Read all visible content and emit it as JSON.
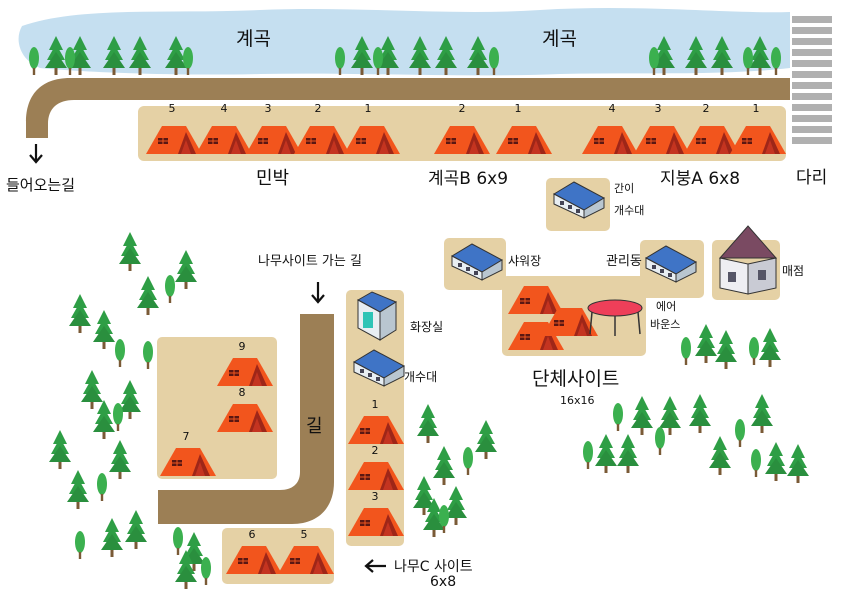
{
  "labels": {
    "river_left": "계곡",
    "river_right": "계곡",
    "minbak": "민박",
    "gyegok_b": "계곡B 6x9",
    "jibung_a": "지붕A 6x8",
    "bridge": "다리",
    "entry_road": "들어오는길",
    "temp_sink_1": "간이",
    "temp_sink_2": "개수대",
    "shower": "샤워장",
    "office": "관리동",
    "store": "매점",
    "air_bounce_1": "에어",
    "air_bounce_2": "바운스",
    "group_site": "단체사이트",
    "group_size": "16x16",
    "wood_path": "나무사이트 가는 길",
    "restroom": "화장실",
    "sink": "개수대",
    "road": "길",
    "wood_c_1": "나무C 사이트",
    "wood_c_2": "6x8"
  },
  "tent_numbers": {
    "minbak": [
      "5",
      "4",
      "3",
      "2",
      "1"
    ],
    "gyegok_b": [
      "2",
      "1"
    ],
    "jibung_a": [
      "4",
      "3",
      "2",
      "1"
    ],
    "wood_col": [
      "1",
      "2",
      "3"
    ],
    "wood_left": [
      "9",
      "8",
      "7"
    ],
    "wood_bottom": [
      "6",
      "5"
    ]
  },
  "colors": {
    "river": "#c5dff0",
    "path": "#9c7f55",
    "pad": "#e5d1a5",
    "tent": "#f2551d",
    "tent_dark": "#9e2618",
    "tree": "#2e9e45",
    "roof_blue": "#3f74c6",
    "store_roof": "#7a4a62",
    "trampoline": "#ee3f59"
  }
}
